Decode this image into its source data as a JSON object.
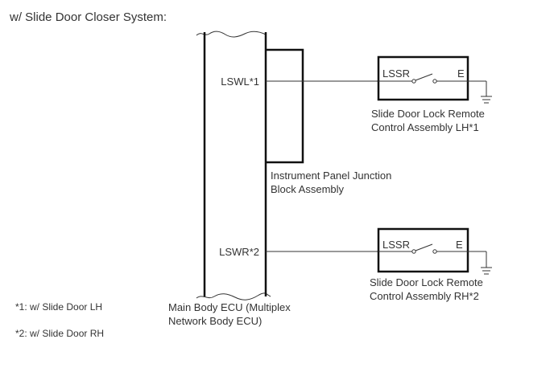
{
  "title": "w/ Slide Door Closer System:",
  "ecu": {
    "pins": [
      "LSWL*1",
      "LSWR*2"
    ],
    "label_line1": "Main Body ECU (Multiplex",
    "label_line2": "Network Body ECU)"
  },
  "junction_block": {
    "label_line1": "Instrument Panel Junction",
    "label_line2": "Block Assembly"
  },
  "lh_assembly": {
    "terminal_left": "LSSR",
    "terminal_right": "E",
    "label_line1": "Slide Door Lock Remote",
    "label_line2": "Control Assembly LH*1"
  },
  "rh_assembly": {
    "terminal_left": "LSSR",
    "terminal_right": "E",
    "label_line1": "Slide Door Lock Remote",
    "label_line2": "Control Assembly RH*2"
  },
  "notes": [
    "*1: w/ Slide Door LH",
    "*2: w/ Slide Door RH"
  ],
  "colors": {
    "line": "#111111",
    "text": "#333333"
  }
}
